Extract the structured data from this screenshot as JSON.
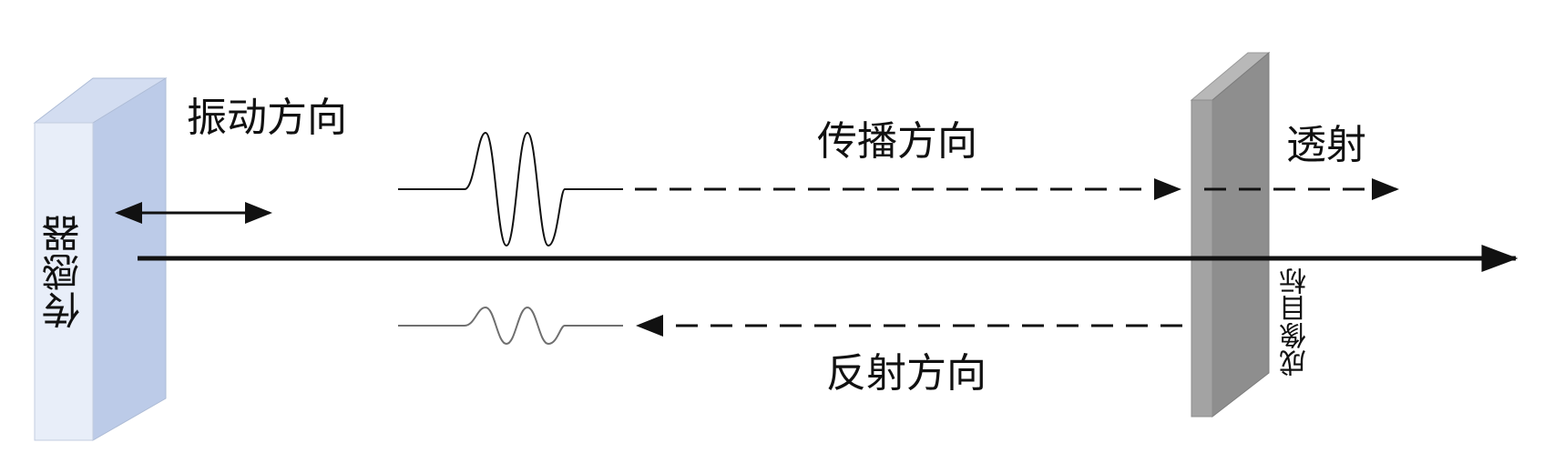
{
  "labels": {
    "vibration_direction": "振动方向",
    "propagation_direction": "传播方向",
    "transmission": "透射",
    "reflection_direction": "反射方向",
    "sensor": "传感器",
    "imaging_target": "成像目标"
  },
  "colors": {
    "sensor_front": "#e8eef9",
    "sensor_side": "#bccbe8",
    "sensor_top": "#d3ddf1",
    "target_front": "#a3a3a3",
    "target_side": "#8e8e8e",
    "target_top": "#b8b8b8",
    "line": "#111111",
    "reflected_wave": "#6f6f6f"
  }
}
